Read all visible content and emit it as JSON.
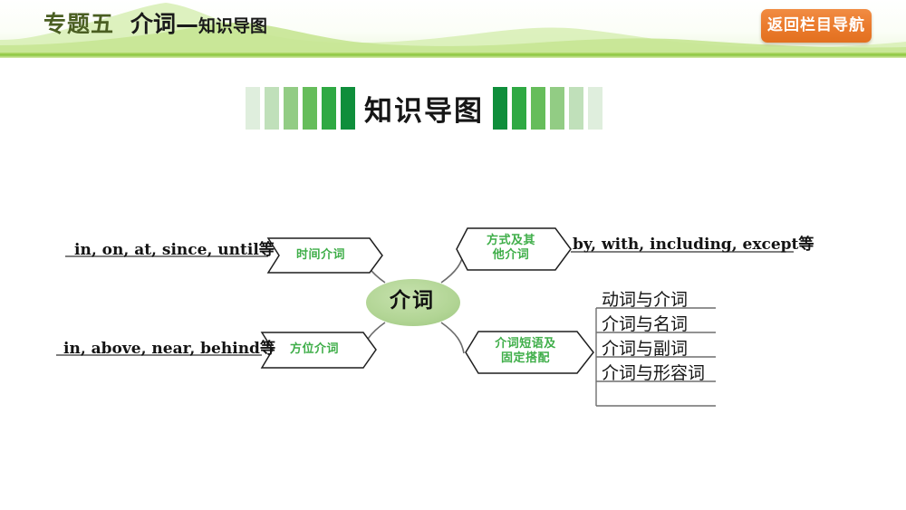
{
  "header": {
    "topic_label": "专题五",
    "title_main": "介词—",
    "title_sub": "知识导图",
    "nav_button_label": "返回栏目导航",
    "nav_button_color": "#ea7a2c",
    "topic_color": "#4a5e22"
  },
  "band": {
    "title": "知识导图",
    "left_bars": [
      "#dfeedd",
      "#c0e0ba",
      "#92cc84",
      "#66bd5b",
      "#2fa943",
      "#0f8e3b"
    ],
    "right_bars": [
      "#0f8e3b",
      "#2fa943",
      "#66bd5b",
      "#92cc84",
      "#c0e0ba",
      "#dfeedd"
    ]
  },
  "mindmap": {
    "accent_color": "#3fae49",
    "center": {
      "label": "介词",
      "fill": "#b6d79b"
    },
    "branches": [
      {
        "id": "time",
        "node_label": "时间介词",
        "leaf_text": "in, on, at, since, until等",
        "side": "left"
      },
      {
        "id": "place",
        "node_label": "方位介词",
        "leaf_text": "in, above, near, behind等",
        "side": "left"
      },
      {
        "id": "manner",
        "node_label": "方式及其\n他介词",
        "leaf_text": "by, with, including, except等",
        "side": "right"
      },
      {
        "id": "phrase",
        "node_label": "介词短语及\n固定搭配",
        "side": "right",
        "list_items": [
          "动词与介词",
          "介词与名词",
          "介词与副词",
          "介词与形容词"
        ]
      }
    ]
  }
}
